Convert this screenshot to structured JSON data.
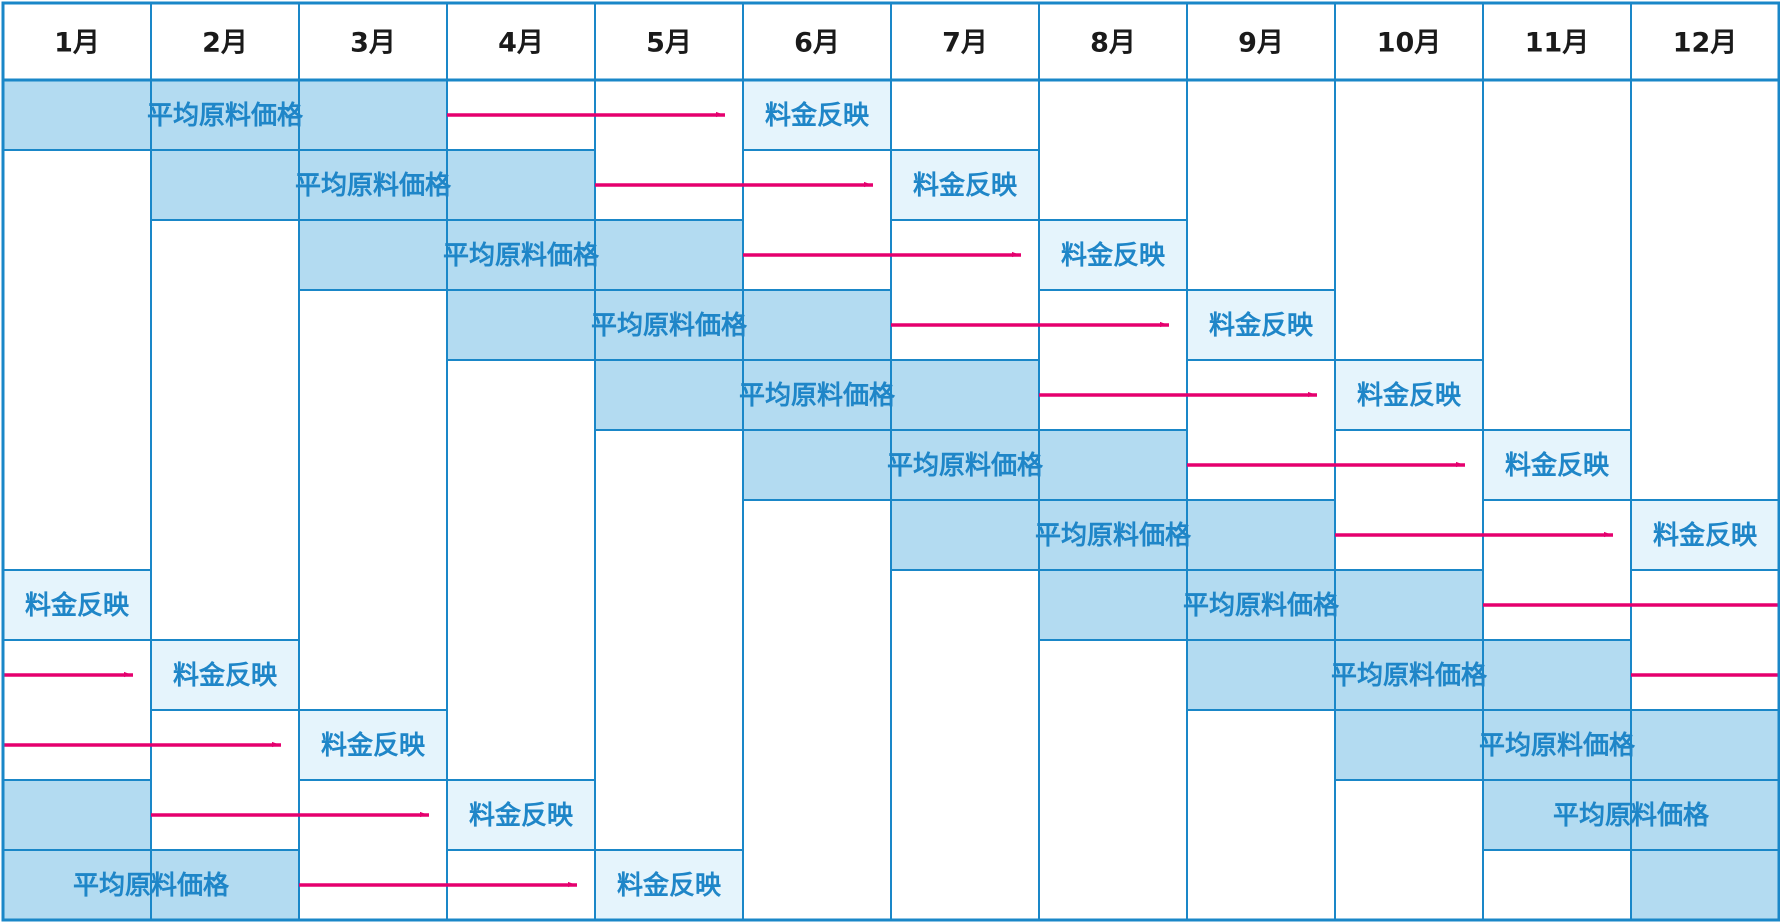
{
  "months": [
    "1月",
    "2月",
    "3月",
    "4月",
    "5月",
    "6月",
    "7月",
    "8月",
    "9月",
    "10月",
    "11月",
    "12月"
  ],
  "labels": {
    "average": "平均原料価格",
    "reflect": "料金反映"
  },
  "colors": {
    "border": "#1a87c8",
    "average_fill": "#b3dbf1",
    "reflect_fill": "#e5f4fc",
    "arrow": "#e5006e",
    "header_text": "#1a1a1a",
    "label_text": "#1f86c8"
  },
  "schedule": [
    {
      "average_start": 1,
      "average_end": 3,
      "reflect_month": 6
    },
    {
      "average_start": 2,
      "average_end": 4,
      "reflect_month": 7
    },
    {
      "average_start": 3,
      "average_end": 5,
      "reflect_month": 8
    },
    {
      "average_start": 4,
      "average_end": 6,
      "reflect_month": 9
    },
    {
      "average_start": 5,
      "average_end": 7,
      "reflect_month": 10
    },
    {
      "average_start": 6,
      "average_end": 8,
      "reflect_month": 11
    },
    {
      "average_start": 7,
      "average_end": 9,
      "reflect_month": 12
    },
    {
      "average_start": 8,
      "average_end": 10,
      "reflect_month": 1
    },
    {
      "average_start": 9,
      "average_end": 11,
      "reflect_month": 2
    },
    {
      "average_start": 10,
      "average_end": 12,
      "reflect_month": 3
    },
    {
      "average_start": 11,
      "average_end": 1,
      "reflect_month": 4
    },
    {
      "average_start": 12,
      "average_end": 2,
      "reflect_month": 5
    }
  ]
}
